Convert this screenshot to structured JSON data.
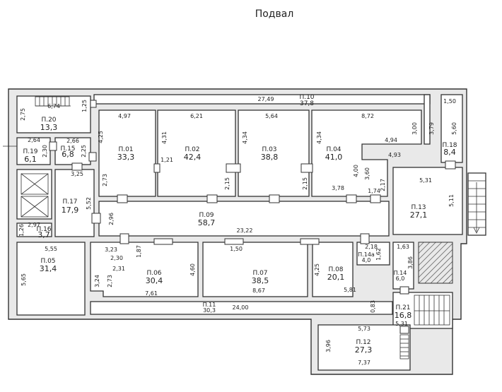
{
  "title": "Подвал",
  "rooms": [
    {
      "id": "r20",
      "num": "П.20",
      "area": "13,3"
    },
    {
      "id": "r19",
      "num": "П.19",
      "area": "6,1"
    },
    {
      "id": "r15",
      "num": "П.15",
      "area": "6,8"
    },
    {
      "id": "r17",
      "num": "П.17",
      "area": "17,9"
    },
    {
      "id": "r16",
      "num": "П.16",
      "area": "3,7"
    },
    {
      "id": "r05",
      "num": "П.05",
      "area": "31,4"
    },
    {
      "id": "r01",
      "num": "П.01",
      "area": "33,3"
    },
    {
      "id": "r02",
      "num": "П.02",
      "area": "42,4"
    },
    {
      "id": "r03",
      "num": "П.03",
      "area": "38,8"
    },
    {
      "id": "r04",
      "num": "П.04",
      "area": "41,0"
    },
    {
      "id": "r10",
      "num": "П.10",
      "area": "37,8"
    },
    {
      "id": "r18",
      "num": "П.18",
      "area": "8,4"
    },
    {
      "id": "r09",
      "num": "П.09",
      "area": "58,7"
    },
    {
      "id": "r13",
      "num": "П.13",
      "area": "27,1"
    },
    {
      "id": "r06",
      "num": "П.06",
      "area": "30,4"
    },
    {
      "id": "r07",
      "num": "П.07",
      "area": "38,5"
    },
    {
      "id": "r08",
      "num": "П.08",
      "area": "20,1"
    },
    {
      "id": "r14a",
      "num": "П.14а",
      "area": "4,0"
    },
    {
      "id": "r14",
      "num": "П.14",
      "area": "6,0"
    },
    {
      "id": "r11",
      "num": "П.11",
      "area": "30,3"
    },
    {
      "id": "r21",
      "num": "П.21",
      "area": "16,8"
    },
    {
      "id": "r12",
      "num": "П.12",
      "area": "27,3"
    }
  ],
  "dimensions": [
    "2,75",
    "1,25",
    "6,74",
    "2,64",
    "2,30",
    "2,66",
    "2,25",
    "3,25",
    "5,52",
    "1,26",
    "2,97",
    "5,55",
    "5,65",
    "4,97",
    "4,25",
    "2,73",
    "6,21",
    "4,31",
    "1,21",
    "2,15",
    "5,64",
    "4,34",
    "2,15",
    "8,72",
    "4,34",
    "3,00",
    "3,79",
    "4,94",
    "4,93",
    "4,00",
    "3,60",
    "3,78",
    "1,74",
    "2,17",
    "27,49",
    "1,50",
    "5,60",
    "5,31",
    "5,11",
    "2,96",
    "23,22",
    "3,23",
    "2,30",
    "1,87",
    "2,31",
    "2,73",
    "3,24",
    "4,60",
    "7,61",
    "1,50",
    "8,67",
    "4,25",
    "5,81",
    "2,18",
    "1,63",
    "1,62",
    "3,86",
    "24,00",
    "0,83",
    "5,73",
    "5,31",
    "3,96",
    "7,37"
  ]
}
